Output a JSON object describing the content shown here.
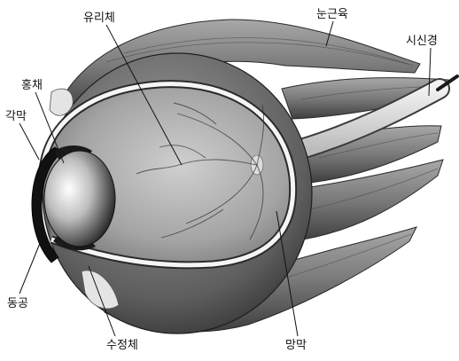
{
  "labels": {
    "vitreous": "유리체",
    "eye_muscle": "눈근육",
    "optic_nerve": "시신경",
    "iris": "홍채",
    "cornea": "각막",
    "pupil": "동공",
    "lens": "수정체",
    "retina": "망막"
  }
}
